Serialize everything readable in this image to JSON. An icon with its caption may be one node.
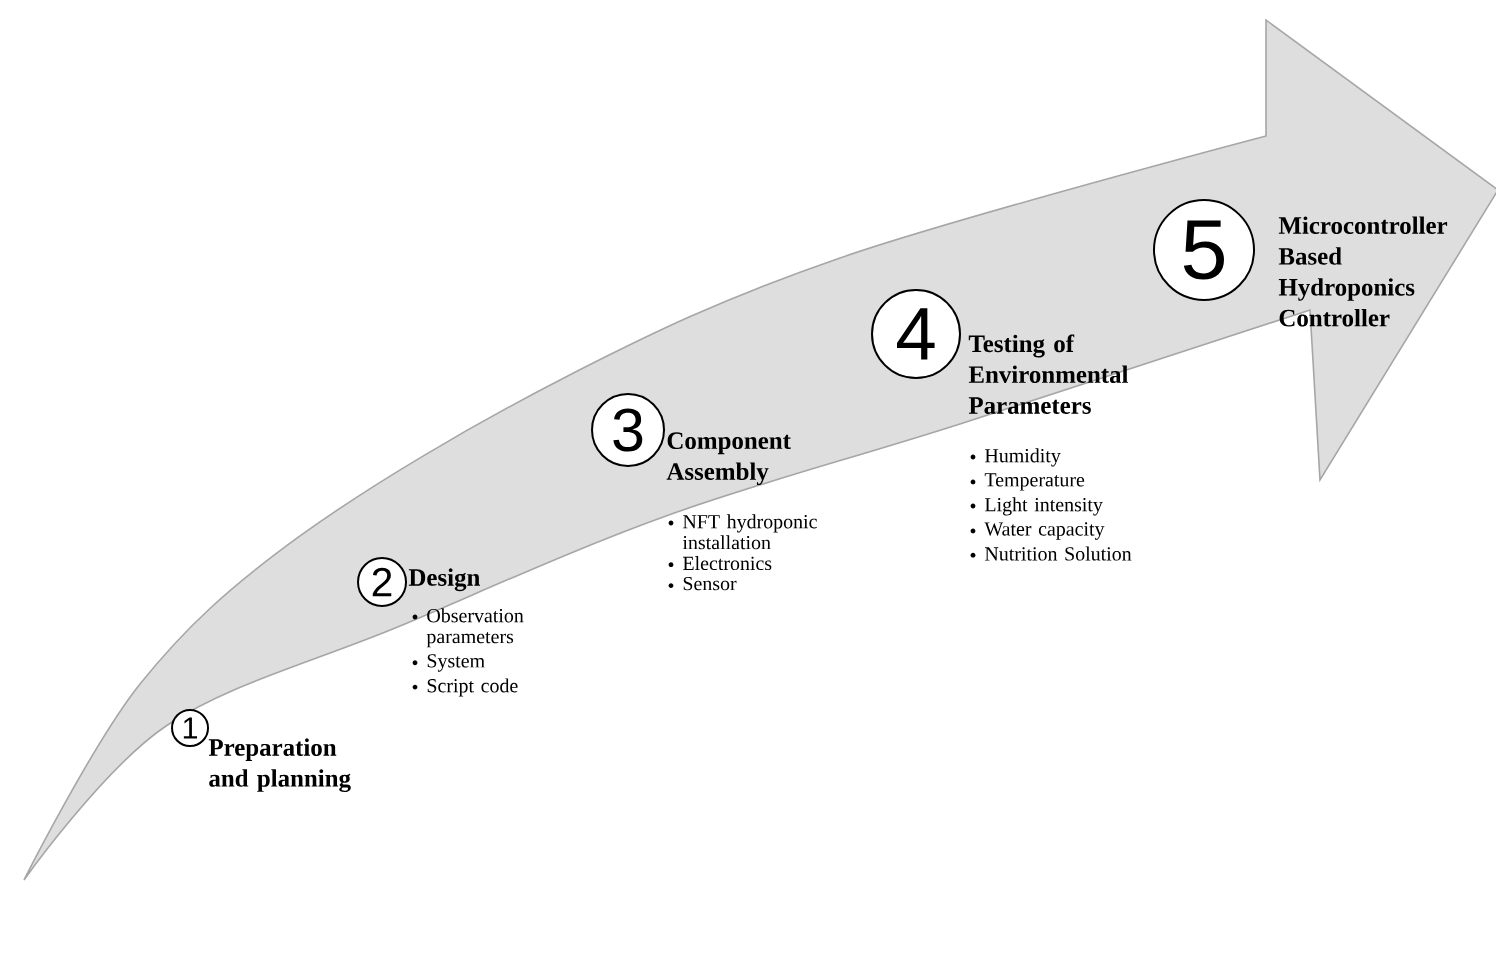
{
  "diagram": {
    "nodes": [
      {
        "text": [
          "1"
        ],
        "beside": [
          "Preparation and planning"
        ]
      },
      {
        "text": [
          "2"
        ],
        "beside": [
          "Design",
          "Observation parameters",
          "System",
          "Script code"
        ]
      },
      {
        "text": [
          "3"
        ],
        "beside": [
          "Component Assembly",
          "NFT hydroponic installation",
          "Electronics",
          "Sensor"
        ]
      },
      {
        "text": [
          "4"
        ],
        "beside": [
          "Testing of Environmental Parameters",
          "Humidity",
          "Temperature",
          "Light intensity",
          "Water capacity",
          "Nutrition Solution"
        ]
      },
      {
        "text": [
          "5"
        ],
        "beside": [
          "Microcontroller Based Hydroponics Controller"
        ]
      }
    ]
  }
}
